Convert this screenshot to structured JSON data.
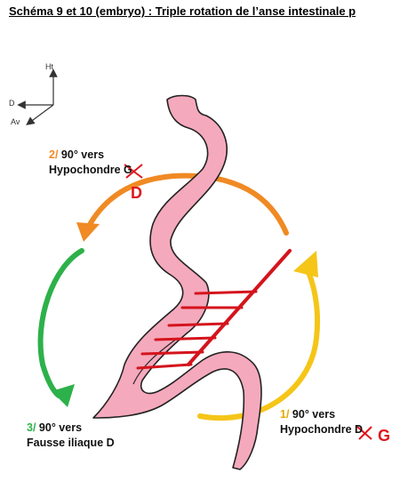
{
  "title": "Schéma 9 et 10 (embryo) : Triple rotation de l’anse intestinale p",
  "axes": {
    "up": "Ht",
    "left": "D",
    "diag": "Av"
  },
  "labels": {
    "step2": {
      "num": "2/",
      "text": "90° vers",
      "line2": "Hypochondre",
      "struck": "G",
      "handwritten": "D"
    },
    "step3": {
      "num": "3/",
      "text": "90° vers",
      "line2": "Fausse iliaque D"
    },
    "step1": {
      "num": "1/",
      "text": "90° vers",
      "line2": "Hypochondre",
      "struck": "D",
      "handwritten": "G"
    }
  },
  "colors": {
    "orange": "#f08a24",
    "green": "#2db14a",
    "yellow": "#f5c518",
    "gut": "#f5a9bd",
    "vessel": "#d4141c",
    "handwriting": "#e0141c"
  }
}
